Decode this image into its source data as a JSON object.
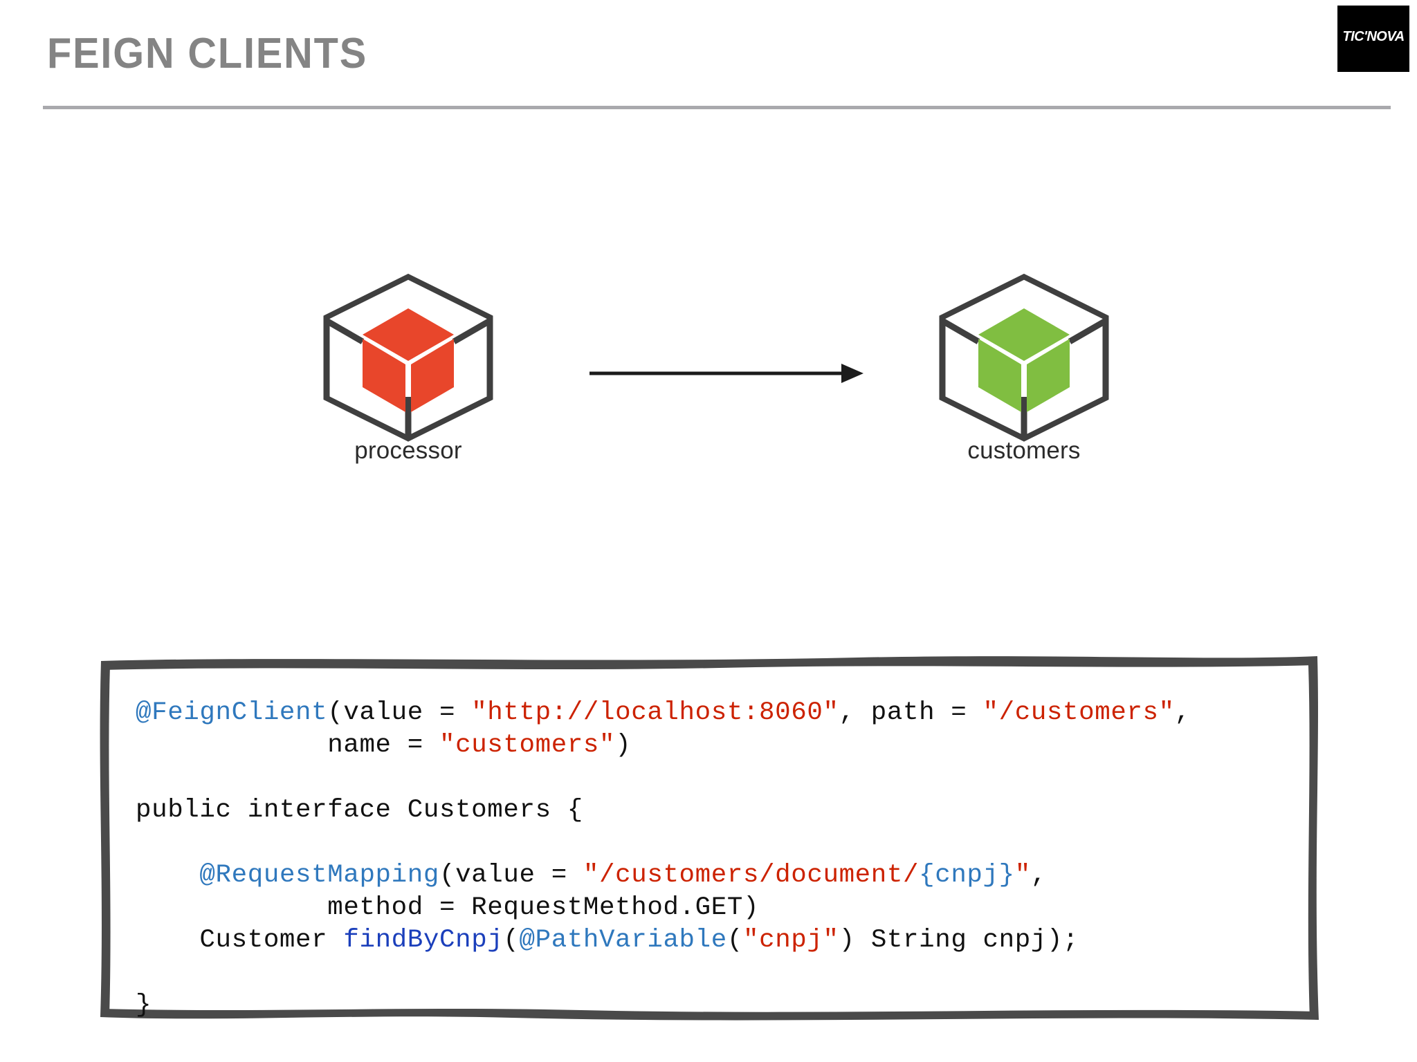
{
  "header": {
    "title": "FEIGN CLIENTS",
    "divider_color": "#a9a9ad",
    "title_color": "#848484"
  },
  "brand": {
    "logo_text": "TIC'NOVA",
    "background": "#000000",
    "text_color": "#ffffff"
  },
  "diagram": {
    "arrow_direction": "right",
    "arrow_color": "#1c1c1c",
    "nodes": [
      {
        "id": "processor",
        "label": "processor",
        "cube_color": "#E8462B",
        "outline_color": "#3f3f3f"
      },
      {
        "id": "customers",
        "label": "customers",
        "cube_color": "#80BE41",
        "outline_color": "#3f3f3f"
      }
    ]
  },
  "code": {
    "language": "java",
    "border_style": "hand-drawn",
    "border_color": "#4a4a4a",
    "colors": {
      "annotation": "#2f78bd",
      "string": "#cc2200",
      "identifier": "#1b3fbb",
      "plain": "#111111"
    },
    "lines": [
      [
        {
          "t": "@FeignClient",
          "c": "ann"
        },
        {
          "t": "(value = ",
          "c": "plain"
        },
        {
          "t": "\"http://localhost:8060\"",
          "c": "str"
        },
        {
          "t": ", path = ",
          "c": "plain"
        },
        {
          "t": "\"/customers\"",
          "c": "str"
        },
        {
          "t": ",",
          "c": "plain"
        }
      ],
      [
        {
          "t": "            name = ",
          "c": "plain"
        },
        {
          "t": "\"customers\"",
          "c": "str"
        },
        {
          "t": ")",
          "c": "plain"
        }
      ],
      [],
      [
        {
          "t": "public interface Customers {",
          "c": "plain"
        }
      ],
      [],
      [
        {
          "t": "    ",
          "c": "plain"
        },
        {
          "t": "@RequestMapping",
          "c": "ann"
        },
        {
          "t": "(value = ",
          "c": "plain"
        },
        {
          "t": "\"/customers/document/",
          "c": "str"
        },
        {
          "t": "{cnpj}",
          "c": "var"
        },
        {
          "t": "\"",
          "c": "str"
        },
        {
          "t": ",",
          "c": "plain"
        }
      ],
      [
        {
          "t": "            method = RequestMethod.GET)",
          "c": "plain"
        }
      ],
      [
        {
          "t": "    Customer ",
          "c": "plain"
        },
        {
          "t": "findByCnpj",
          "c": "id"
        },
        {
          "t": "(",
          "c": "plain"
        },
        {
          "t": "@PathVariable",
          "c": "ann"
        },
        {
          "t": "(",
          "c": "plain"
        },
        {
          "t": "\"cnpj\"",
          "c": "str"
        },
        {
          "t": ") String cnpj);",
          "c": "plain"
        }
      ],
      [],
      [
        {
          "t": "}",
          "c": "plain"
        }
      ]
    ]
  }
}
